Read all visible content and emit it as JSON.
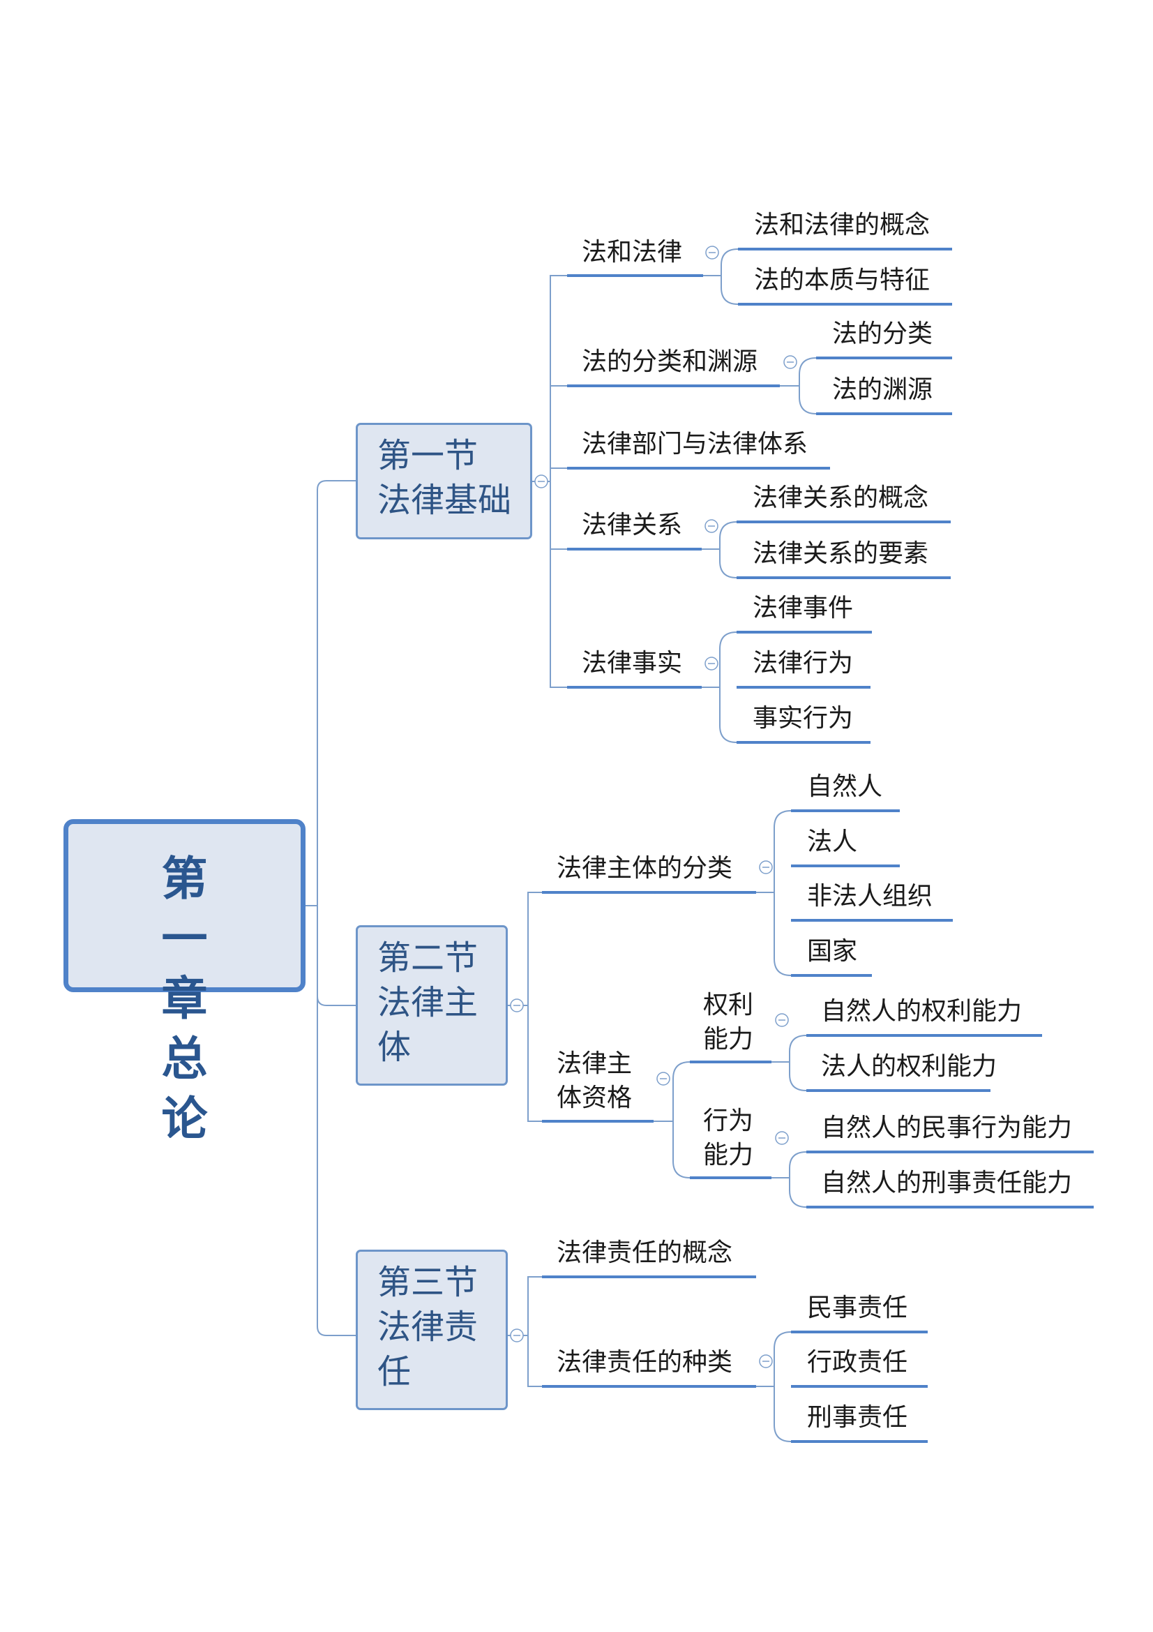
{
  "root": "第一章 总论",
  "sections": [
    {
      "title": "第一节 法律基础",
      "children": [
        {
          "label": "法和法律",
          "children": [
            "法和法律的概念",
            "法的本质与特征"
          ]
        },
        {
          "label": "法的分类和渊源",
          "children": [
            "法的分类",
            "法的渊源"
          ]
        },
        {
          "label": "法律部门与法律体系",
          "children": []
        },
        {
          "label": "法律关系",
          "children": [
            "法律关系的概念",
            "法律关系的要素"
          ]
        },
        {
          "label": "法律事实",
          "children": [
            "法律事件",
            "法律行为",
            "事实行为"
          ]
        }
      ]
    },
    {
      "title": "第二节 法律主体",
      "children": [
        {
          "label": "法律主体的分类",
          "children": [
            "自然人",
            "法人",
            "非法人组织",
            "国家"
          ]
        },
        {
          "label": "法律主体资格",
          "children": [
            {
              "label": "权利能力",
              "children": [
                "自然人的权利能力",
                "法人的权利能力"
              ]
            },
            {
              "label": "行为能力",
              "children": [
                "自然人的民事行为能力",
                "自然人的刑事责任能力"
              ]
            }
          ]
        }
      ]
    },
    {
      "title": "第三节 法律责任",
      "children": [
        {
          "label": "法律责任的概念",
          "children": []
        },
        {
          "label": "法律责任的种类",
          "children": [
            "民事责任",
            "行政责任",
            "刑事责任"
          ]
        }
      ]
    }
  ],
  "colors": {
    "line": "#7d9fcb",
    "underline": "#4f82c9",
    "box_fill": "#dfe6f1",
    "box_border": "#6d95c9",
    "root_border": "#4f82c9",
    "title_text": "#2e5485"
  }
}
